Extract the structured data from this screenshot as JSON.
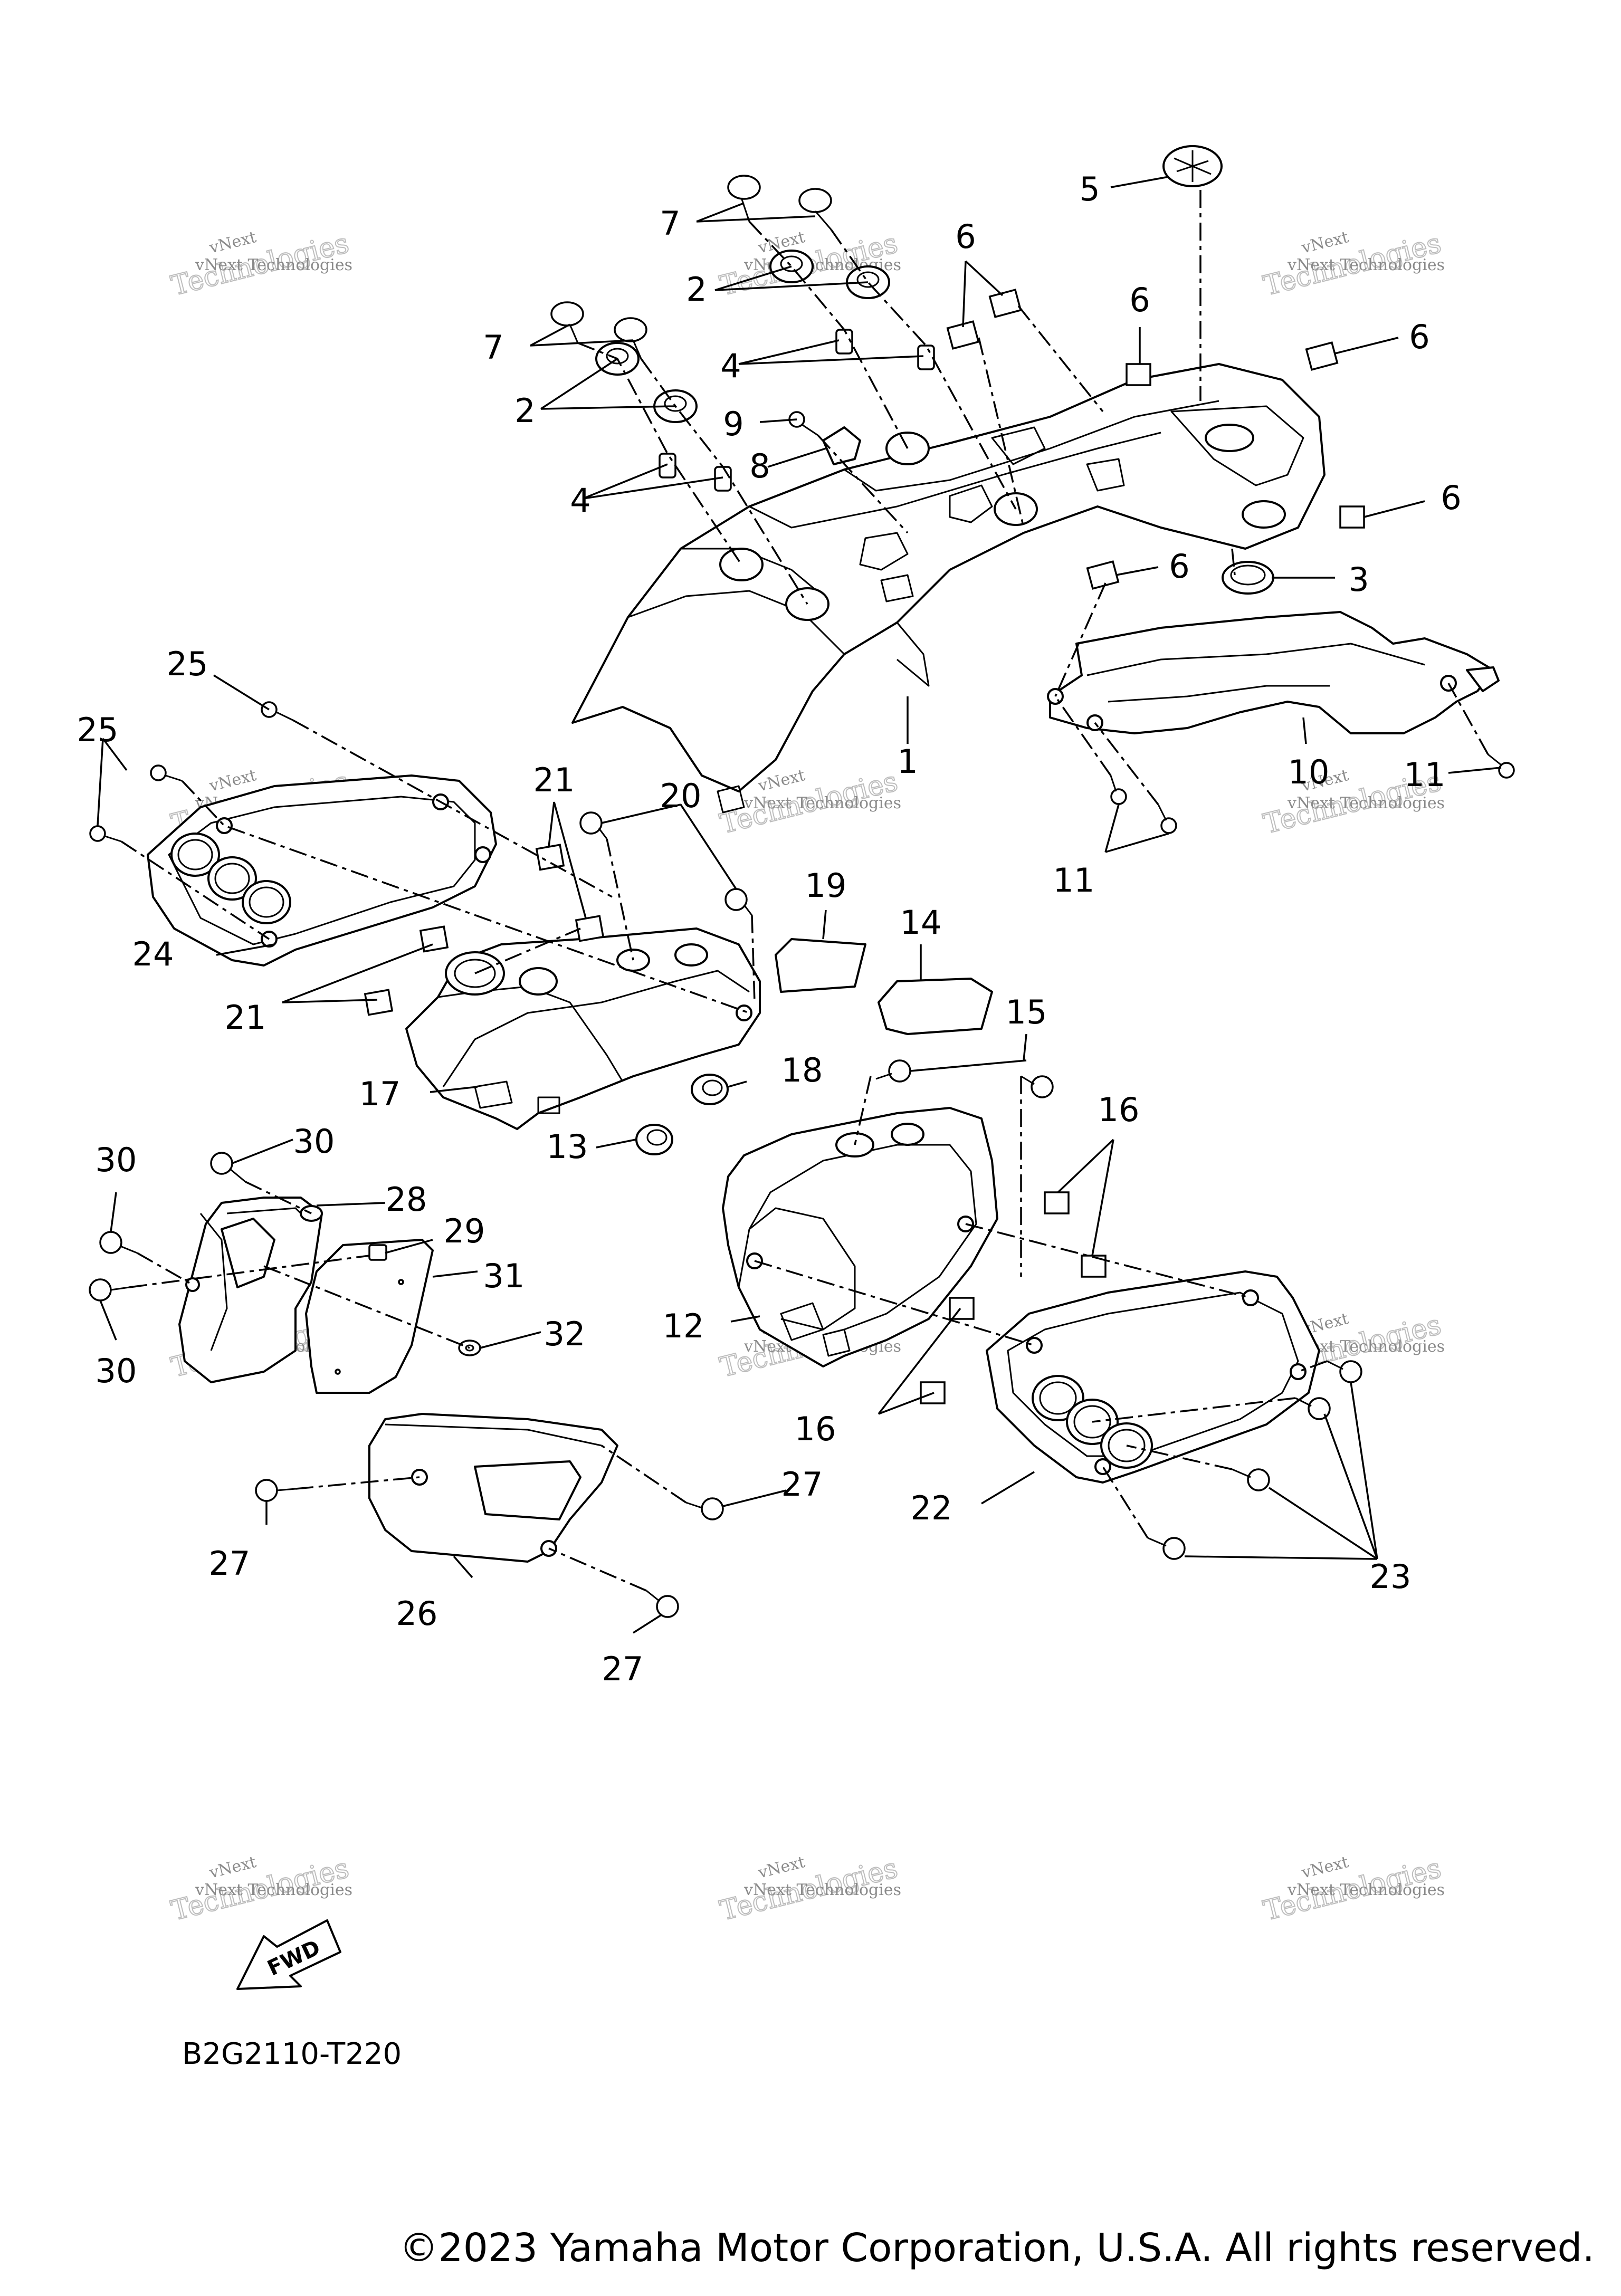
{
  "callouts": [
    "1",
    "2",
    "3",
    "4",
    "5",
    "6",
    "7",
    "8",
    "9",
    "10",
    "11",
    "12",
    "13",
    "14",
    "15",
    "16",
    "17",
    "18",
    "19",
    "20",
    "21",
    "22",
    "23",
    "24",
    "25",
    "26",
    "27",
    "28",
    "29",
    "30",
    "31",
    "32"
  ],
  "watermark": {
    "line1": "vNext Technologies",
    "line2": "Technologies",
    "line3": "vNext"
  },
  "fwd_label": "FWD",
  "diagram_code": "B2G2110-T220",
  "copyright": "©2023 Yamaha Motor Corporation, U.S.A. All rights reserved."
}
